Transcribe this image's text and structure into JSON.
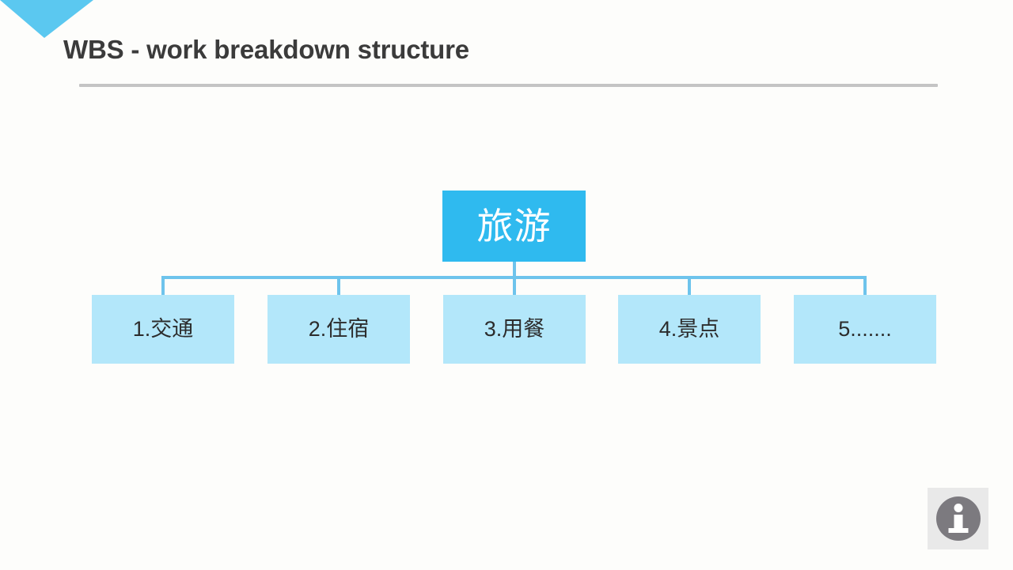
{
  "slide": {
    "title": "WBS - work breakdown structure",
    "background_color": "#fdfdfb"
  },
  "decoration": {
    "corner_chevron": {
      "icon": "chevron-down-shape",
      "color": "#5bc8f0"
    },
    "title_rule_color": "#c4c4c4"
  },
  "diagram": {
    "type": "tree",
    "root": {
      "label": "旅游",
      "fill": "#2fbaef",
      "text_color": "#ffffff"
    },
    "connector_color": "#6ec4ec",
    "children": [
      {
        "label": "1.交通",
        "fill": "#b3e7fa",
        "text_color": "#2c2c2c"
      },
      {
        "label": "2.住宿",
        "fill": "#b3e7fa",
        "text_color": "#2c2c2c"
      },
      {
        "label": "3.用餐",
        "fill": "#b3e7fa",
        "text_color": "#2c2c2c"
      },
      {
        "label": "4.景点",
        "fill": "#b3e7fa",
        "text_color": "#2c2c2c"
      },
      {
        "label": "5.......",
        "fill": "#b3e7fa",
        "text_color": "#2c2c2c"
      }
    ]
  },
  "footer": {
    "info_badge": {
      "icon": "info-icon",
      "badge_color": "#e9e9e9",
      "circle_color": "#7c7a7f",
      "glyph_color": "#ffffff"
    }
  }
}
